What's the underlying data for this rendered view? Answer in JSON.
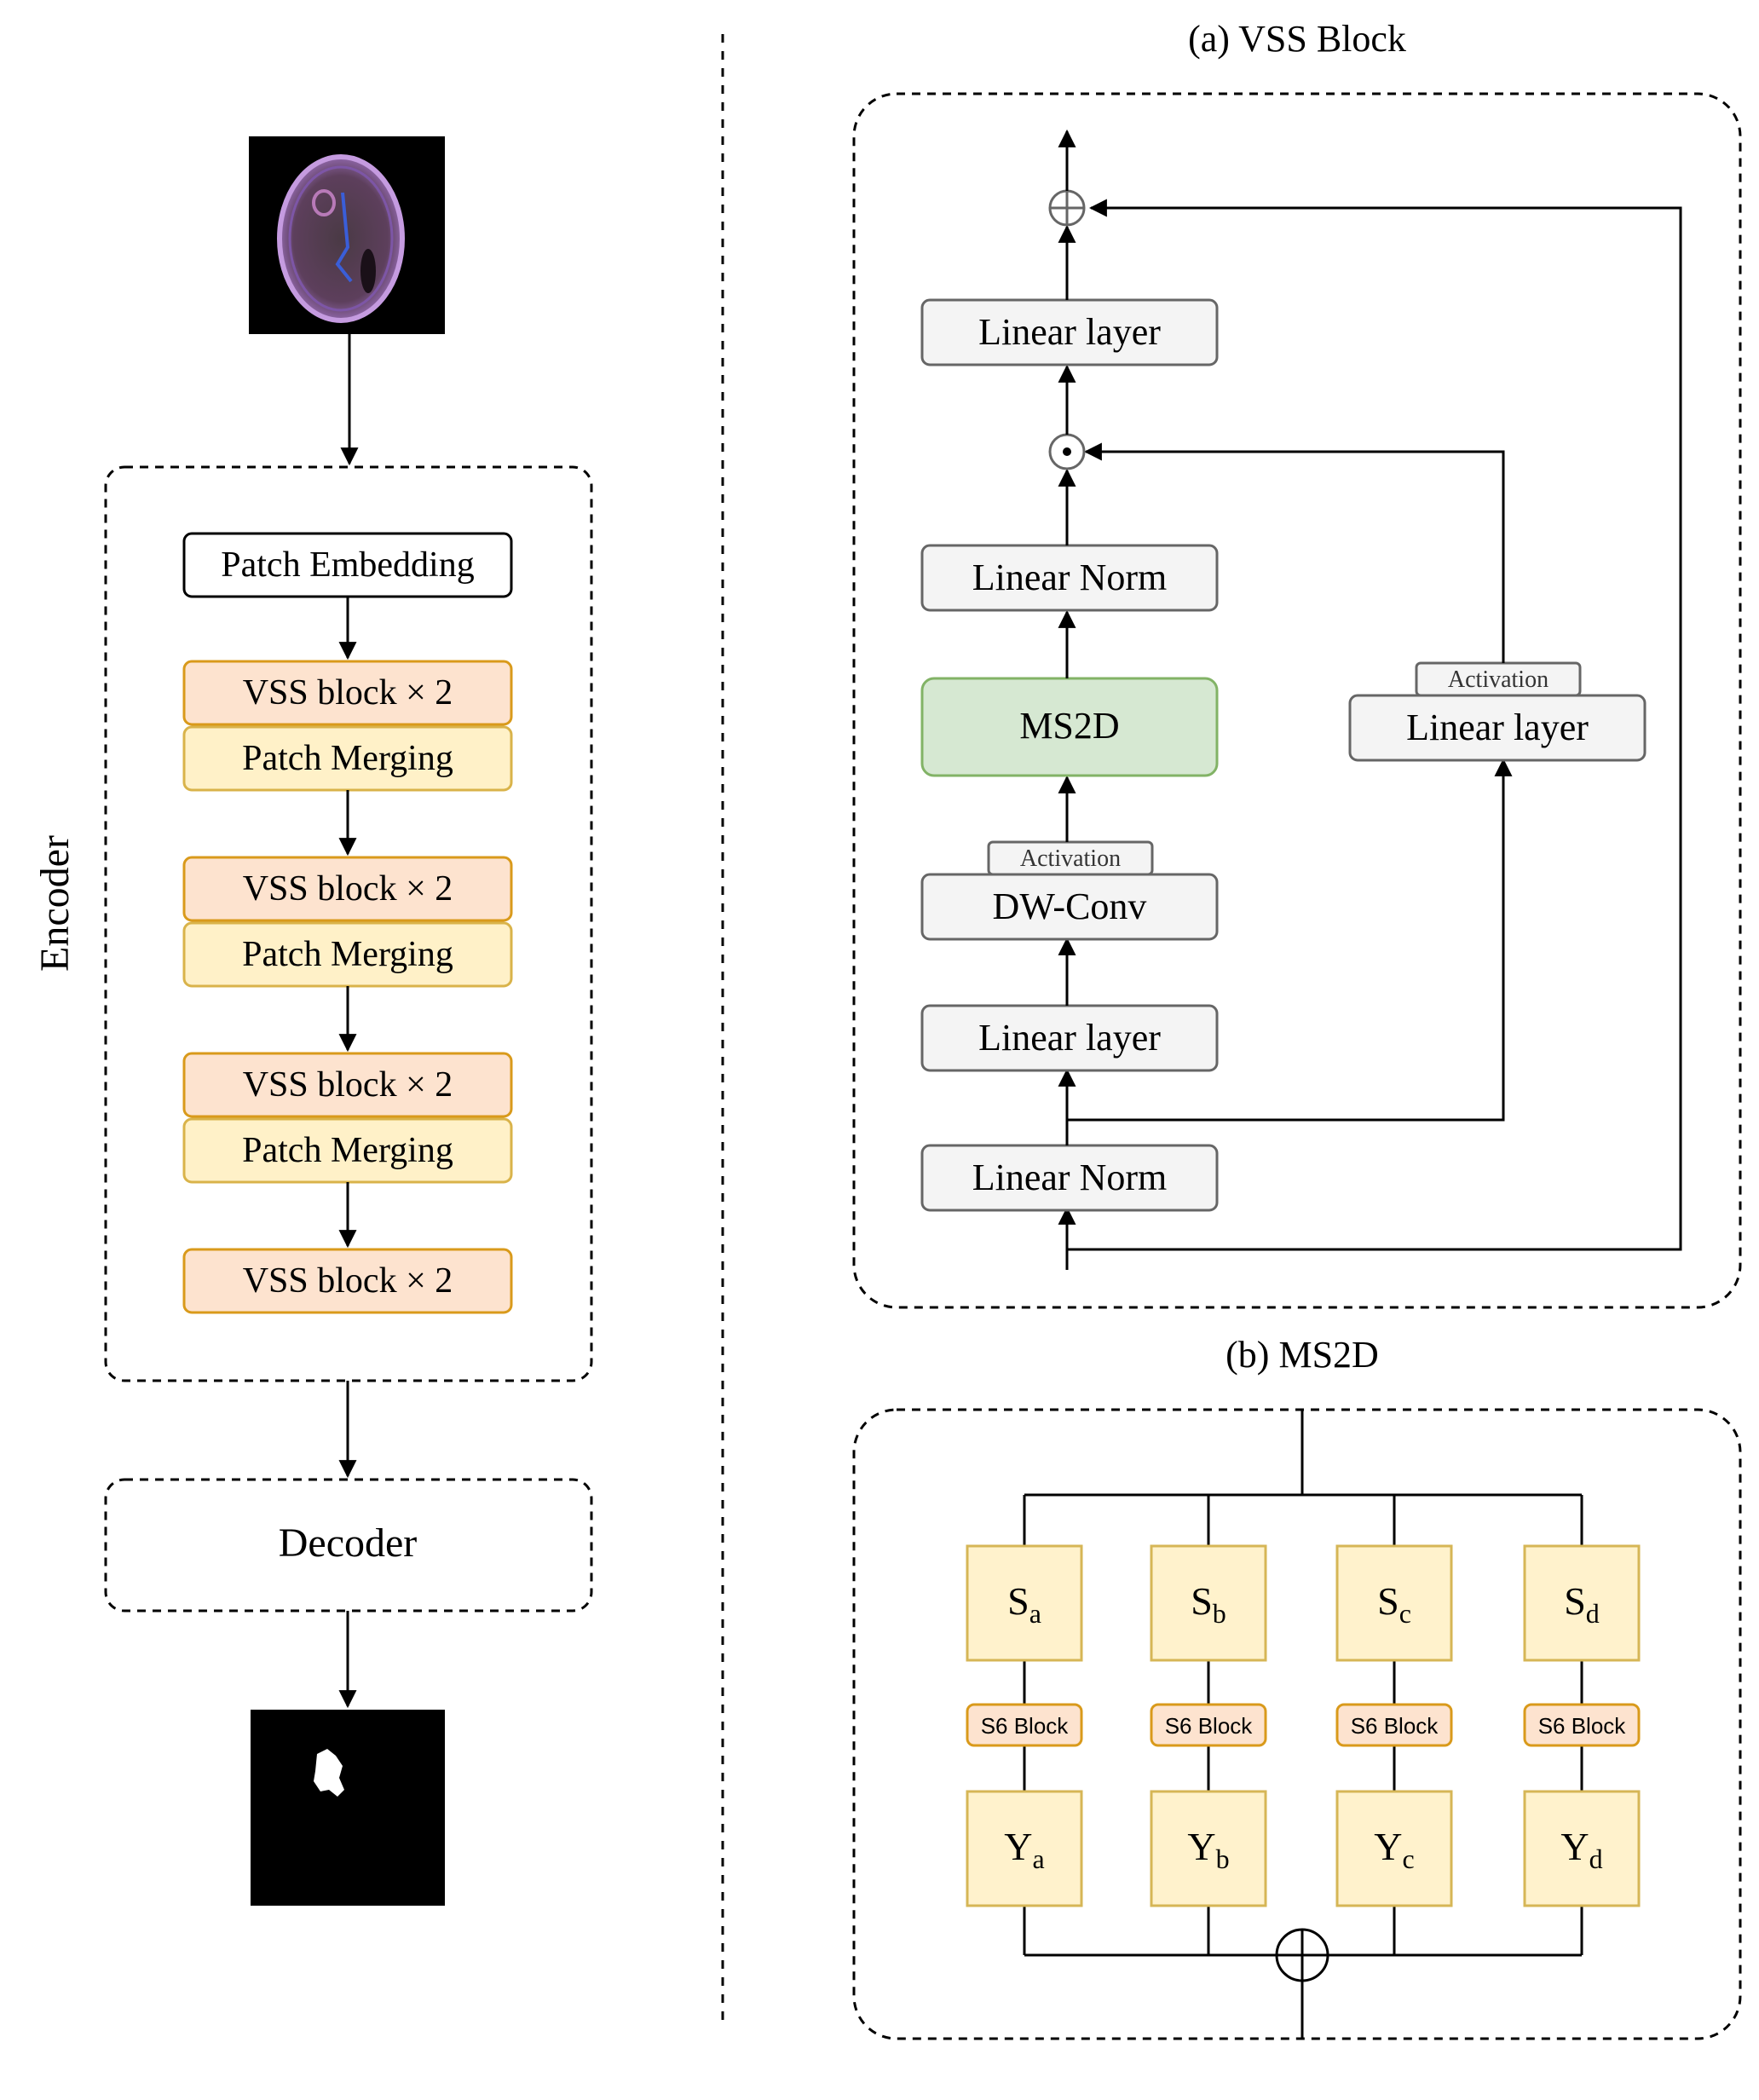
{
  "encoder": {
    "label": "Encoder",
    "patch_embedding": "Patch Embedding",
    "vss_block": "VSS block × 2",
    "patch_merging": "Patch Merging"
  },
  "decoder": {
    "label": "Decoder"
  },
  "vss_block_panel": {
    "title": "(a) VSS Block",
    "linear_layer": "Linear layer",
    "linear_norm": "Linear Norm",
    "ms2d": "MS2D",
    "dw_conv": "DW-Conv",
    "activation": "Activation"
  },
  "ms2d_panel": {
    "title": "(b) MS2D",
    "s6_block": "S6 Block",
    "s_base": "S",
    "y_base": "Y",
    "subscripts": [
      "a",
      "b",
      "c",
      "d"
    ]
  },
  "colors": {
    "vss_fill": "#fde3cf",
    "vss_stroke": "#d99a1b",
    "merge_fill": "#fff1c8",
    "merge_stroke": "#d9b34a",
    "gray_fill": "#f4f4f4",
    "gray_stroke": "#666666",
    "green_fill": "#d6e8d2",
    "green_stroke": "#82b366",
    "s_fill": "#fff2cc",
    "s_stroke": "#d6b656"
  }
}
